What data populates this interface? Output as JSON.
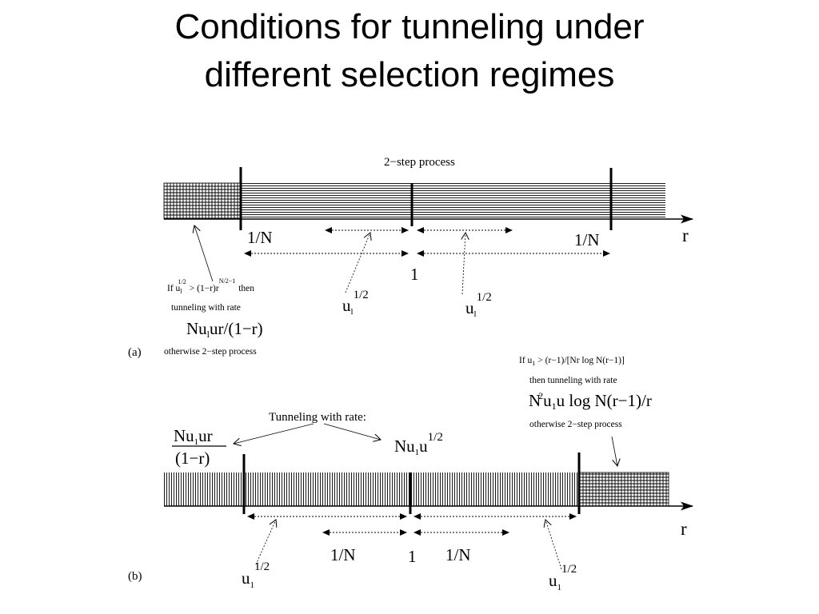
{
  "title": {
    "line1": "Conditions for tunneling under",
    "line2": "different selection regimes"
  },
  "panel_a": {
    "label": "(a)",
    "top_label": "2−step process",
    "axis_label": "r",
    "left_tick": "1/N",
    "center_tick": "1",
    "right_tick": "1/N",
    "mid_label_base": "u",
    "mid_label_sub": "l",
    "mid_label_sup": "1/2",
    "cond_if": "If u",
    "cond_sub": "l",
    "cond_sup1": "1/2",
    "cond_mid": "> (1−r)r",
    "cond_sup2": "N/2−1",
    "cond_then": "then",
    "tunneling_text": "tunneling with rate",
    "rate_main": "Nu",
    "rate_sub": "l",
    "rate_rest": "ur/(1−r)",
    "otherwise_text": "otherwise 2−step process"
  },
  "panel_b": {
    "label": "(b)",
    "axis_label": "r",
    "cond_if": "If u",
    "cond_sub": "1",
    "cond_rest": "> (r−1)/[Nr log N(r−1)]",
    "cond_then": "then tunneling with rate",
    "rate_base": "N",
    "rate_sup": "2",
    "rate_u1": "u",
    "rate_u1_sub": "1",
    "rate_rest": "u log N(r−1)/r",
    "otherwise_text": "otherwise 2−step process",
    "tunneling_label": "Tunneling with rate:",
    "frac_num": "Nu",
    "frac_num_sub": "1",
    "frac_num_rest": "ur",
    "frac_den": "(1−r)",
    "center_rate": "Nu",
    "center_rate_sub": "1",
    "center_rate_rest": "u",
    "center_rate_sup": "1/2",
    "u_base": "u",
    "u_sub": "1",
    "u_sup": "1/2",
    "left_tick": "1/N",
    "center_tick": "1",
    "right_tick": "1/N"
  }
}
